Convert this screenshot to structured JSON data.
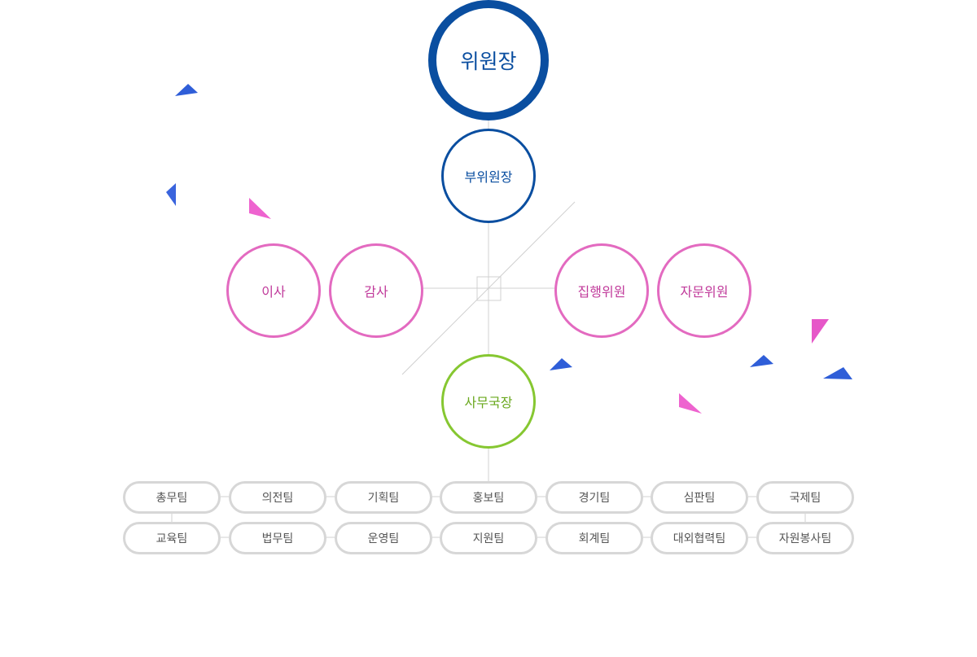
{
  "org": {
    "chair": "위원장",
    "vice_chair": "부위원장",
    "left": [
      "이사",
      "감사"
    ],
    "right": [
      "집행위원",
      "자문위원"
    ],
    "secretary_general": "사무국장",
    "teams_row1": [
      "총무팀",
      "의전팀",
      "기획팀",
      "홍보팀",
      "경기팀",
      "심판팀",
      "국제팀"
    ],
    "teams_row2": [
      "교육팀",
      "법무팀",
      "운영팀",
      "지원팀",
      "회계팀",
      "대외협력팀",
      "자원봉사팀"
    ]
  },
  "colors": {
    "chair": "#0a4ea0",
    "board": "#e36ac0",
    "secretariat": "#86c731",
    "team_border": "#d7d7d7",
    "lines": "#d0d0d0",
    "deco_blue": "#2f5ed8",
    "deco_pink": "#e657c8"
  }
}
